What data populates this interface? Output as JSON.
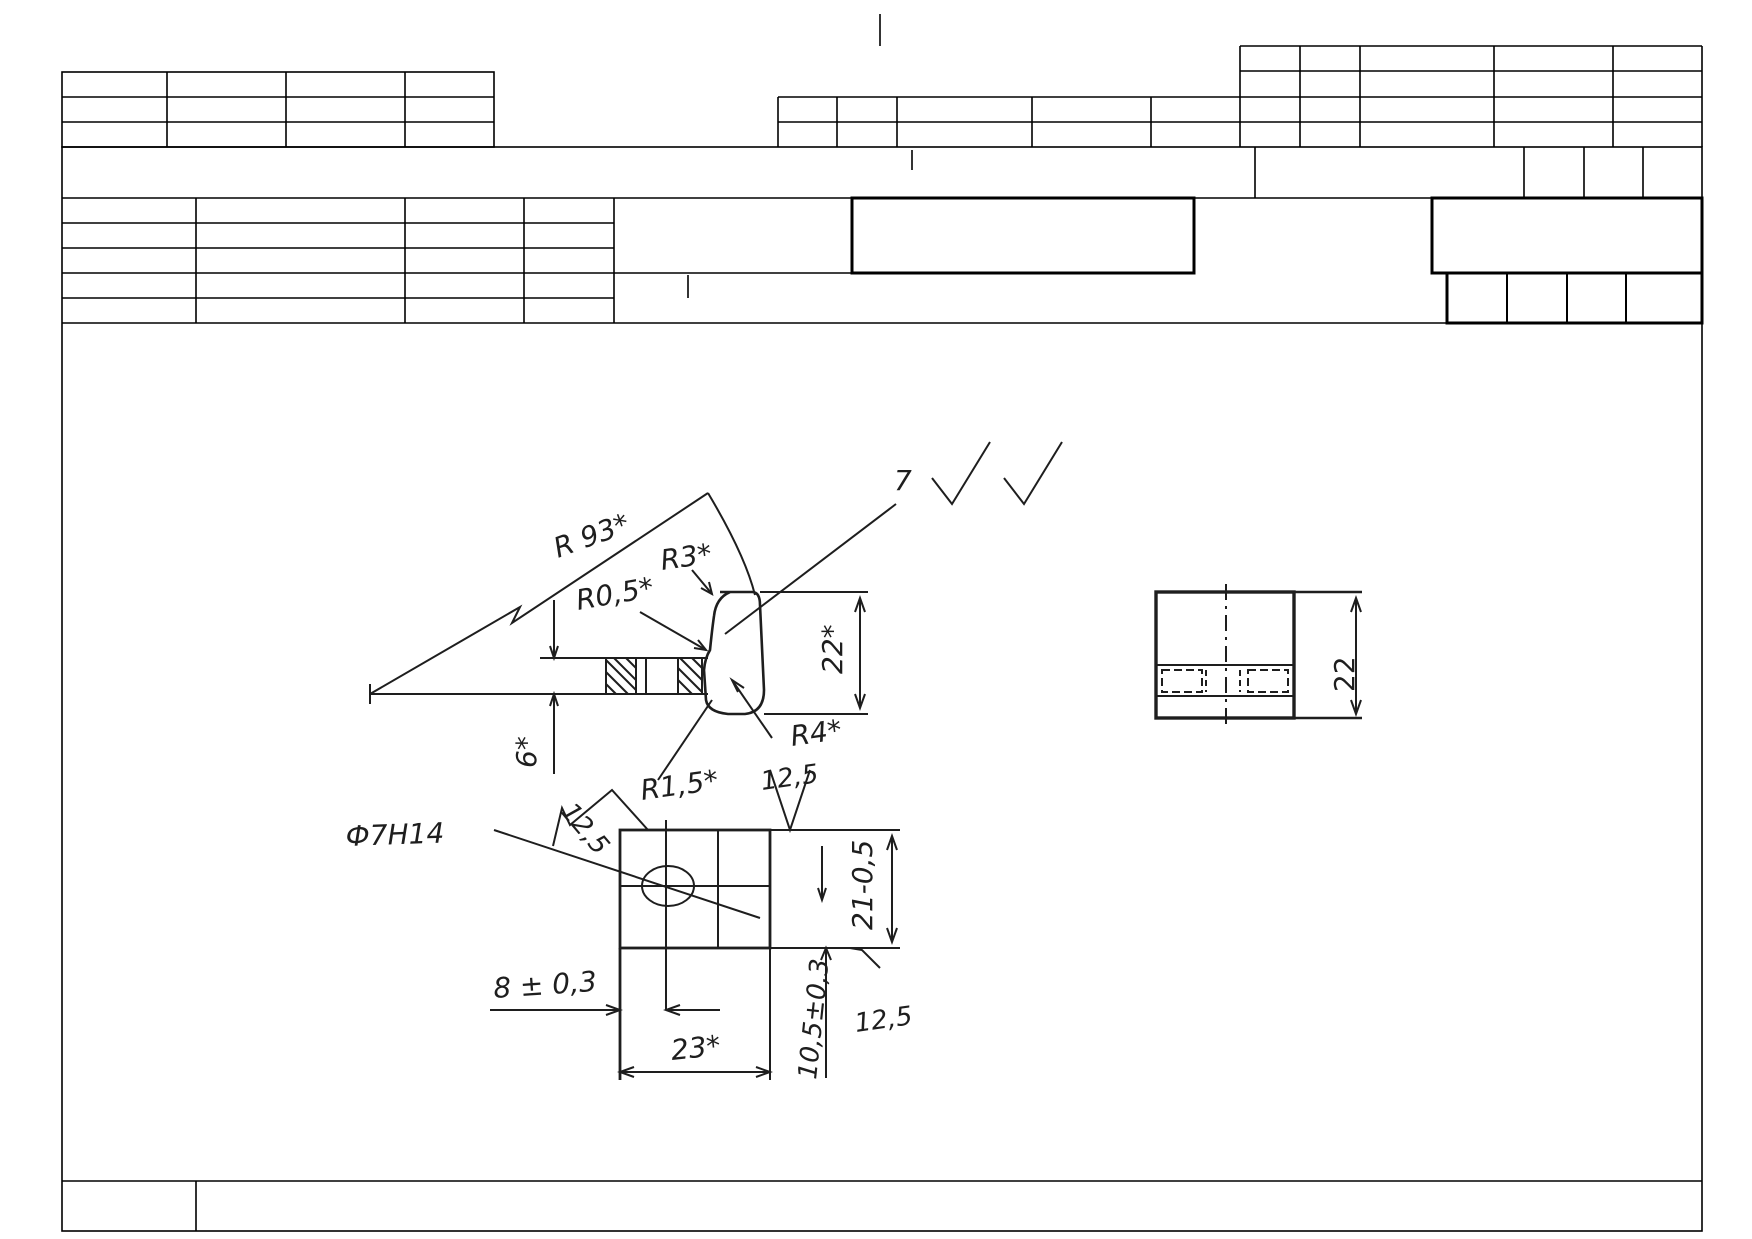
{
  "drawing": {
    "labels": {
      "r93": "R 93*",
      "r3": "R3*",
      "r05": "R0,5*",
      "d22": "22*",
      "r4": "R4*",
      "d6": "6*",
      "ra125_a": "12,5",
      "r15": "R1,5*",
      "ra125_b": "12,5",
      "hole": "Ф7Н14",
      "d21": "21-0,5",
      "d8": "8 ± 0,3",
      "d23": "23*",
      "d105": "10,5±0,3",
      "ra125_c": "12,5",
      "roughness_index": "7"
    },
    "side_view": {
      "d22": "22"
    }
  }
}
